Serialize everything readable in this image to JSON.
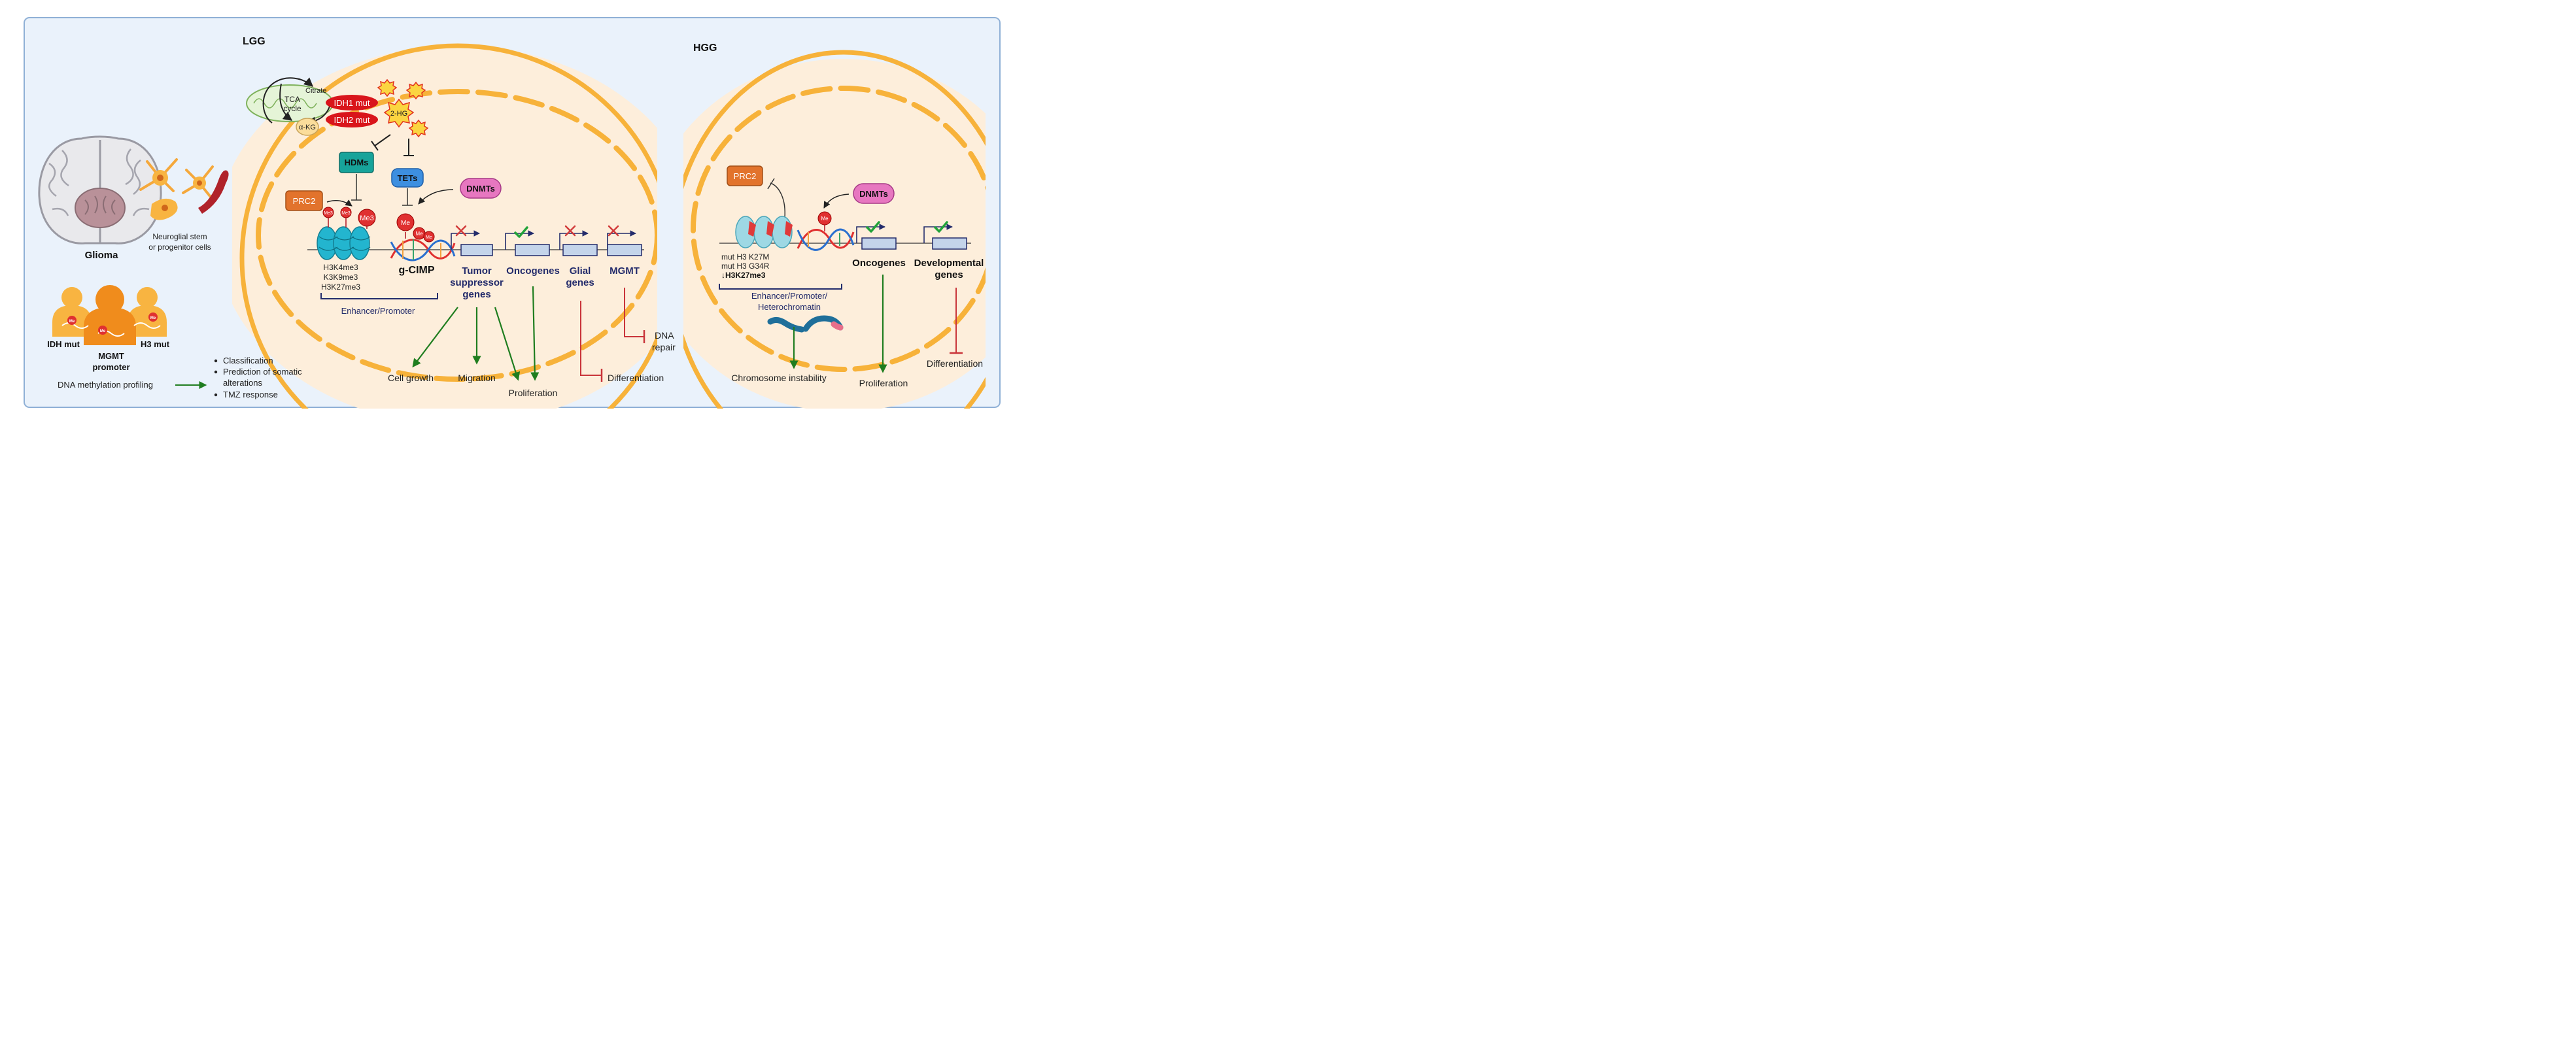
{
  "colors": {
    "panel_bg": "#eaf2fb",
    "panel_border": "#8fb0d6",
    "cell_fill": "#fdeedb",
    "membrane": "#f7b23a",
    "idh_red": "#d9151b",
    "hdm_teal": "#17a39a",
    "tet_blue": "#3d8fe0",
    "prc2_orange": "#e2732c",
    "dnmt_pink": "#e777c0",
    "nucleosome_teal": "#23b5cf",
    "inhibit_red": "#c9343a",
    "activate_green": "#1f7d1f",
    "text_navy": "#232b6b",
    "check_green": "#22a33a",
    "cross_red": "#d23b3b",
    "gene_box": "#c4d4ea"
  },
  "left": {
    "glioma_label": "Glioma",
    "progenitor_label_1": "Neuroglial stem",
    "progenitor_label_2": "or progenitor cells",
    "idh_mut": "IDH mut",
    "mgmt_1": "MGMT",
    "mgmt_2": "promoter",
    "h3_mut": "H3 mut",
    "me": "Me",
    "profiling": "DNA methylation profiling",
    "bullets": [
      "Classification",
      "Prediction of somatic",
      "alterations",
      "TMZ response"
    ]
  },
  "lgg": {
    "title": "LGG",
    "citrate": "Citrate",
    "tca_1": "TCA",
    "tca_2": "cycle",
    "akg": "α-KG",
    "idh1": "IDH1 mut",
    "idh2": "IDH2 mut",
    "hg": "2-HG",
    "hdms": "HDMs",
    "tets": "TETs",
    "dnmts": "DNMTs",
    "prc2": "PRC2",
    "me3": "Me3",
    "me": "Me",
    "marks": [
      "H3K4me3",
      "K3K9me3",
      "H3K27me3"
    ],
    "gcimp": "g-CIMP",
    "enhancer": "Enhancer/Promoter",
    "tumor_1": "Tumor",
    "tumor_2": "suppressor",
    "tumor_3": "genes",
    "oncogenes": "Oncogenes",
    "glial_1": "Glial",
    "glial_2": "genes",
    "mgmt": "MGMT",
    "dna_repair_1": "DNA",
    "dna_repair_2": "repair",
    "cell_growth": "Cell growth",
    "migration": "Migration",
    "proliferation": "Proliferation",
    "differentiation": "Differentiation"
  },
  "hgg": {
    "title": "HGG",
    "prc2": "PRC2",
    "dnmts": "DNMTs",
    "me": "Me",
    "mut_1": "mut H3 K27M",
    "mut_2": "mut H3 G34R",
    "mut_3": "↓H3K27me3",
    "enhancer_1": "Enhancer/Promoter/",
    "enhancer_2": "Heterochromatin",
    "oncogenes": "Oncogenes",
    "dev_1": "Developmental",
    "dev_2": "genes",
    "instability": "Chromosome instability",
    "proliferation": "Proliferation",
    "differentiation": "Differentiation"
  }
}
